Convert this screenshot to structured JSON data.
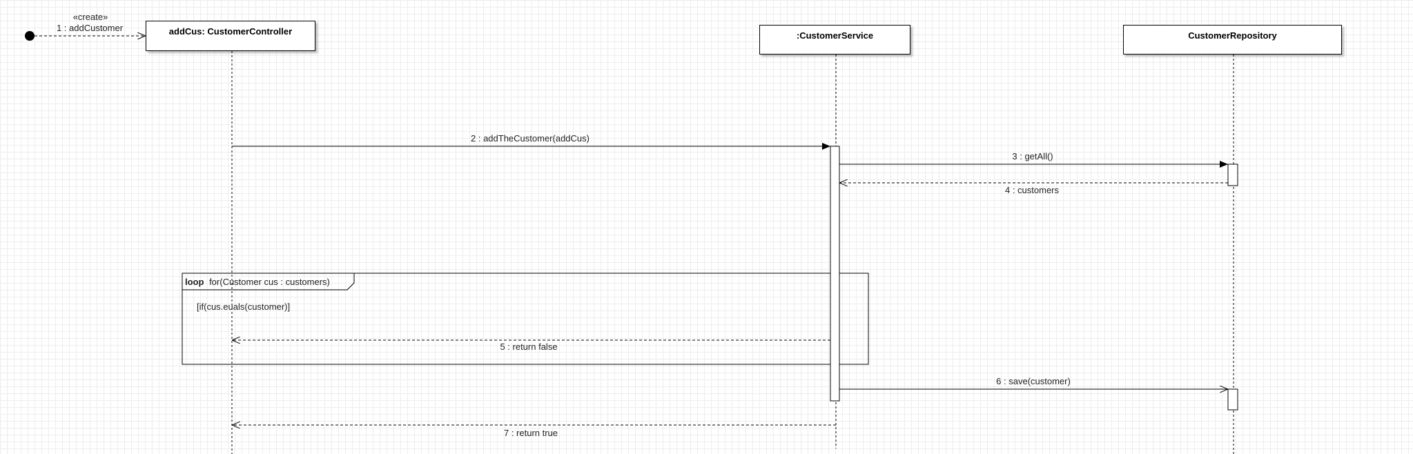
{
  "lifelines": [
    {
      "id": "controller",
      "label": "addCus: CustomerController"
    },
    {
      "id": "service",
      "label": ":CustomerService"
    },
    {
      "id": "repository",
      "label": "CustomerRepository"
    }
  ],
  "messages": {
    "m1": {
      "stereotype": "«create»",
      "label": "1 : addCustomer"
    },
    "m2": {
      "label": "2 : addTheCustomer(addCus)"
    },
    "m3": {
      "label": "3 : getAll()"
    },
    "m4": {
      "label": "4 : customers"
    },
    "m5": {
      "label": "5 : return false"
    },
    "m6": {
      "label": "6 : save(customer)"
    },
    "m7": {
      "label": "7 : return true"
    }
  },
  "fragment": {
    "operator": "loop",
    "condition": "for(Customer cus : customers)",
    "guard": "[if(cus.euals(customer)]"
  }
}
